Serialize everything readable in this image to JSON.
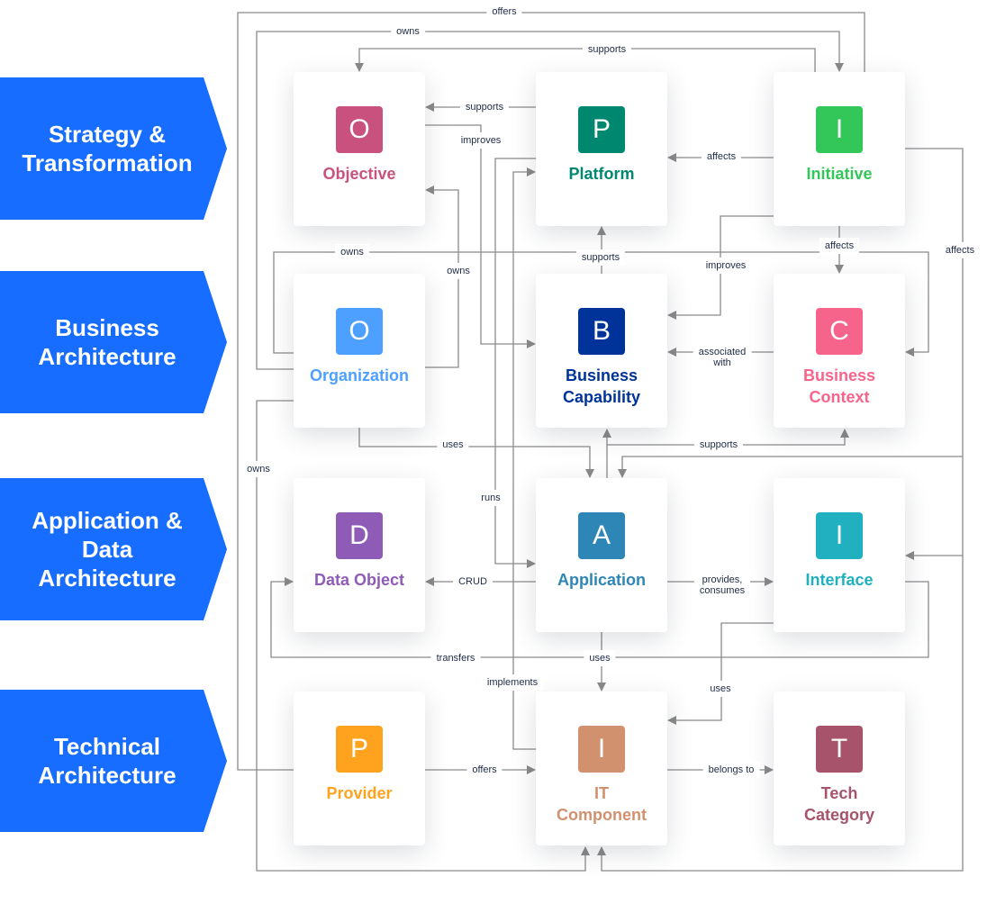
{
  "banners": [
    {
      "label": "Strategy &\nTransformation"
    },
    {
      "label": "Business\nArchitecture"
    },
    {
      "label": "Application &\nData\nArchitecture"
    },
    {
      "label": "Technical\nArchitecture"
    }
  ],
  "colors": {
    "banner": "#176DFF",
    "connector": "#8A8A8A",
    "label_text": "#1E2A45"
  },
  "cards": {
    "objective": {
      "letter": "O",
      "name": "Objective",
      "color": "#C8527D"
    },
    "platform": {
      "letter": "P",
      "name": "Platform",
      "color": "#00876F"
    },
    "initiative": {
      "letter": "I",
      "name": "Initiative",
      "color": "#33C759"
    },
    "organization": {
      "letter": "O",
      "name": "Organization",
      "color": "#4DA0FF"
    },
    "business_capability": {
      "letter": "B",
      "name": "Business\nCapability",
      "color": "#003399"
    },
    "business_context": {
      "letter": "C",
      "name": "Business\nContext",
      "color": "#F7648B"
    },
    "data_object": {
      "letter": "D",
      "name": "Data Object",
      "color": "#8E5BB6"
    },
    "application": {
      "letter": "A",
      "name": "Application",
      "color": "#2E86B7"
    },
    "interface": {
      "letter": "I",
      "name": "Interface",
      "color": "#20B0C0"
    },
    "provider": {
      "letter": "P",
      "name": "Provider",
      "color": "#FFA31F"
    },
    "it_component": {
      "letter": "I",
      "name": "IT\nComponent",
      "color": "#D1906E"
    },
    "tech_category": {
      "letter": "T",
      "name": "Tech\nCategory",
      "color": "#A6536B"
    }
  },
  "relations": {
    "provider_offers_initiative": "offers",
    "organization_owns_initiative": "owns",
    "initiative_supports_objective": "supports",
    "platform_supports_objective": "supports",
    "objective_improves_capability": "improves",
    "initiative_affects_platform": "affects",
    "organization_owns_context": "owns",
    "organization_owns_objective": "owns",
    "capability_supports_platform": "supports",
    "initiative_affects_context": "affects",
    "initiative_improves_capability": "improves",
    "initiative_affects_tech": "affects",
    "context_associated_capability": "associated\nwith",
    "organization_uses_application": "uses",
    "application_supports": "supports",
    "platform_runs_application": "runs",
    "application_crud_data": "CRUD",
    "application_provides_interface": "provides,\nconsumes",
    "interface_transfers_data": "transfers",
    "application_uses_itcomponent": "uses",
    "itcomponent_implements_platform": "implements",
    "interface_uses_itcomponent": "uses",
    "provider_offers_itcomponent": "offers",
    "itcomponent_belongs_category": "belongs to",
    "organization_owns_itcomponent": "owns"
  }
}
